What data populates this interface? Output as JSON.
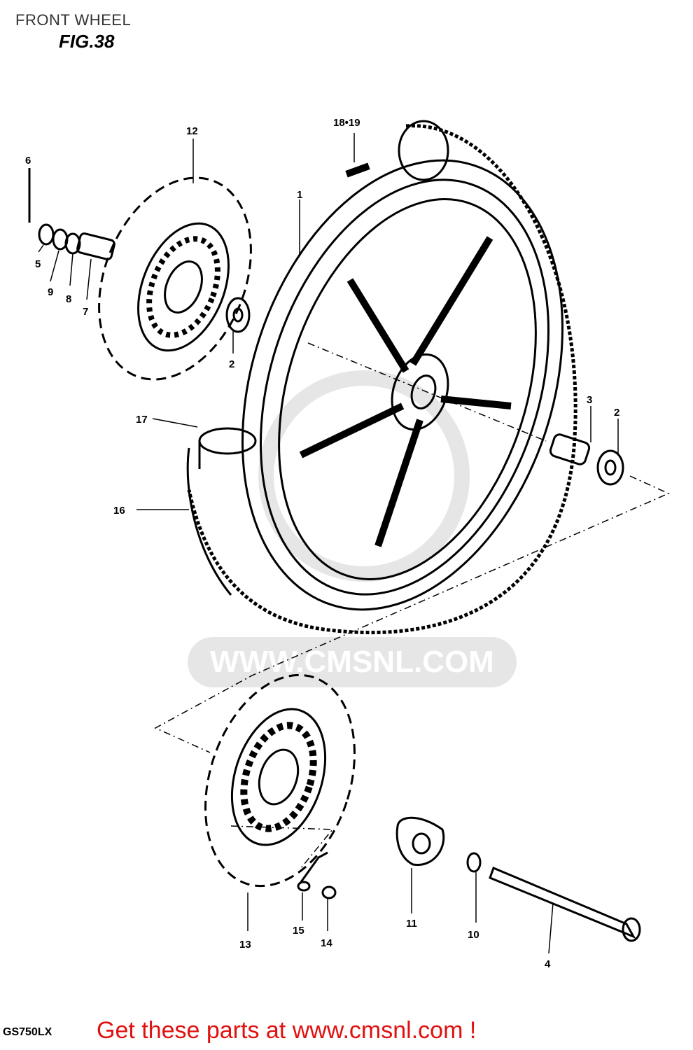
{
  "header": {
    "title": "FRONT WHEEL",
    "figure_label": "FIG.38"
  },
  "callouts": {
    "c1": "1",
    "c2a": "2",
    "c2b": "2",
    "c3": "3",
    "c4": "4",
    "c5": "5",
    "c6": "6",
    "c7": "7",
    "c8": "8",
    "c9": "9",
    "c10": "10",
    "c11": "11",
    "c12": "12",
    "c13": "13",
    "c14": "14",
    "c15": "15",
    "c16": "16",
    "c17": "17",
    "c1819": "18•19"
  },
  "watermark": {
    "text": "WWW.CMSNL.COM"
  },
  "footer": {
    "model_code": "GS750LX",
    "cta": "Get these parts at www.cmsnl.com !",
    "cta_color": "#e0110f"
  }
}
